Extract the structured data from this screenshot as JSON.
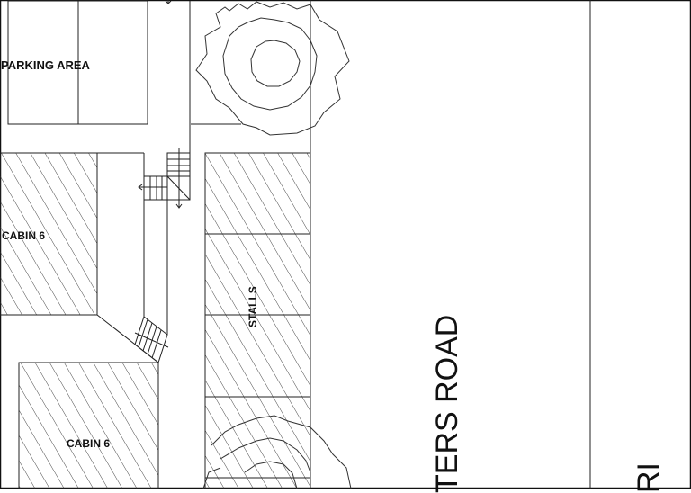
{
  "drawing": {
    "type": "site plan (architectural)",
    "labels": {
      "parking": "PARKING AREA",
      "cabin_upper": "CABIN 6",
      "cabin_lower": "CABIN 6",
      "stalls": "STALLS",
      "road_main": "TERS ROAD",
      "road_right": "RI"
    },
    "colors": {
      "line": "#1a1a1a",
      "hatch": "#333333",
      "background": "#ffffff"
    }
  }
}
